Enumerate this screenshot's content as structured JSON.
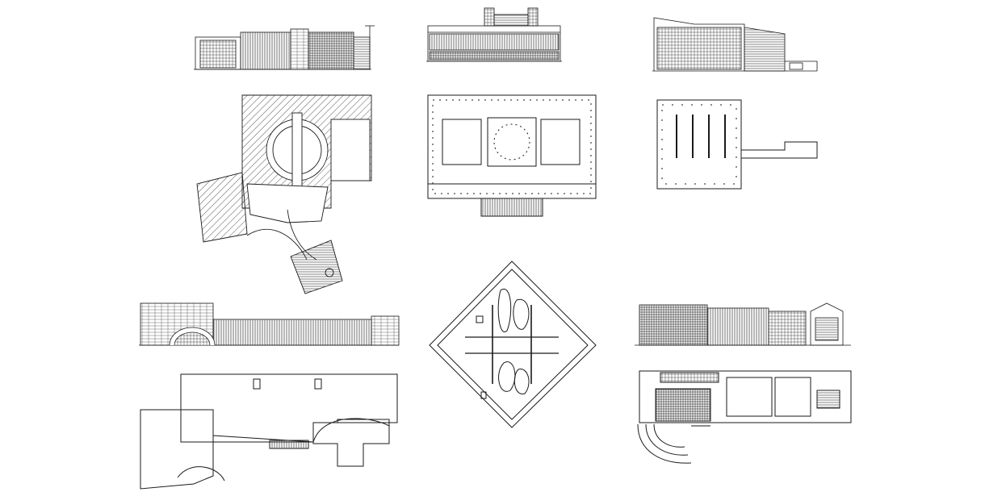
{
  "sheet": {
    "background": "#ffffff",
    "line_color": "#1a1a1a",
    "hatch_color": "#333333"
  },
  "drawings": [
    {
      "id": "elevation-left-top",
      "kind": "elevation"
    },
    {
      "id": "elevation-museum-classical",
      "kind": "elevation"
    },
    {
      "id": "elevation-right-top",
      "kind": "elevation"
    },
    {
      "id": "plan-hatched-rotunda",
      "kind": "plan"
    },
    {
      "id": "plan-classical-museum",
      "kind": "plan"
    },
    {
      "id": "plan-column-grid",
      "kind": "plan"
    },
    {
      "id": "elevation-left-bottom",
      "kind": "elevation"
    },
    {
      "id": "plan-diamond-garden",
      "kind": "plan"
    },
    {
      "id": "elevation-right-bottom",
      "kind": "elevation"
    },
    {
      "id": "plan-long-gallery",
      "kind": "plan"
    },
    {
      "id": "plan-theatre-complex",
      "kind": "plan"
    }
  ]
}
